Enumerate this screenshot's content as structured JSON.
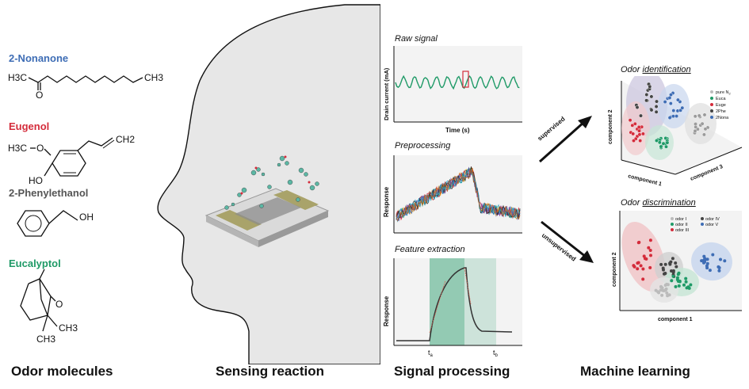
{
  "molecules": [
    {
      "name": "2-Nonanone",
      "color": "#3e6db5",
      "formula_left": "H3C",
      "formula_right": "CH3",
      "atom": "O"
    },
    {
      "name": "Eugenol",
      "color": "#d42c3b",
      "substituents": [
        "O",
        "H3C",
        "HO",
        "CH2"
      ]
    },
    {
      "name": "2-Phenylethanol",
      "color": "#555555",
      "substituents": [
        "OH"
      ]
    },
    {
      "name": "Eucalyptol",
      "color": "#1f9a67",
      "substituents": [
        "O",
        "CH3",
        "CH3"
      ]
    }
  ],
  "sections": {
    "odor_molecules": "Odor molecules",
    "sensing_reaction": "Sensing reaction",
    "signal_processing": "Signal processing",
    "machine_learning": "Machine learning"
  },
  "signal": {
    "raw": {
      "title": "Raw signal",
      "ylabel": "Drain current (mA)",
      "xlabel": "Time (s)"
    },
    "pre": {
      "title": "Preprocessing",
      "ylabel": "Response"
    },
    "feat": {
      "title": "Feature extraction",
      "ylabel": "Response",
      "t1": "t",
      "t1_sub": "a",
      "t2": "t",
      "t2_sub": "b"
    }
  },
  "ml": {
    "supervised_label": "supervised",
    "unsupervised_label": "unsupervised",
    "identification": {
      "title_prefix": "Odor ",
      "title_underlined": "identification",
      "axis1": "component 1",
      "axis2": "component 2",
      "axis3": "component 3",
      "legend": [
        {
          "label": "pure N",
          "sub": "2",
          "color": "#bbbbbb"
        },
        {
          "label": "Euca",
          "color": "#1f9a67"
        },
        {
          "label": "Euge",
          "color": "#d42c3b"
        },
        {
          "label": "2Phe",
          "color": "#444444"
        },
        {
          "label": "2Nona",
          "color": "#3e6db5"
        }
      ]
    },
    "discrimination": {
      "title_prefix": "Odor ",
      "title_underlined": "discrimination",
      "axis1": "component 1",
      "axis2": "component 2",
      "legend": [
        {
          "label": "odor I",
          "color": "#bbbbbb"
        },
        {
          "label": "odor II",
          "color": "#1f9a67"
        },
        {
          "label": "odor III",
          "color": "#d42c3b"
        },
        {
          "label": "odor IV",
          "color": "#444444"
        },
        {
          "label": "odor V",
          "color": "#3e6db5"
        }
      ]
    }
  }
}
